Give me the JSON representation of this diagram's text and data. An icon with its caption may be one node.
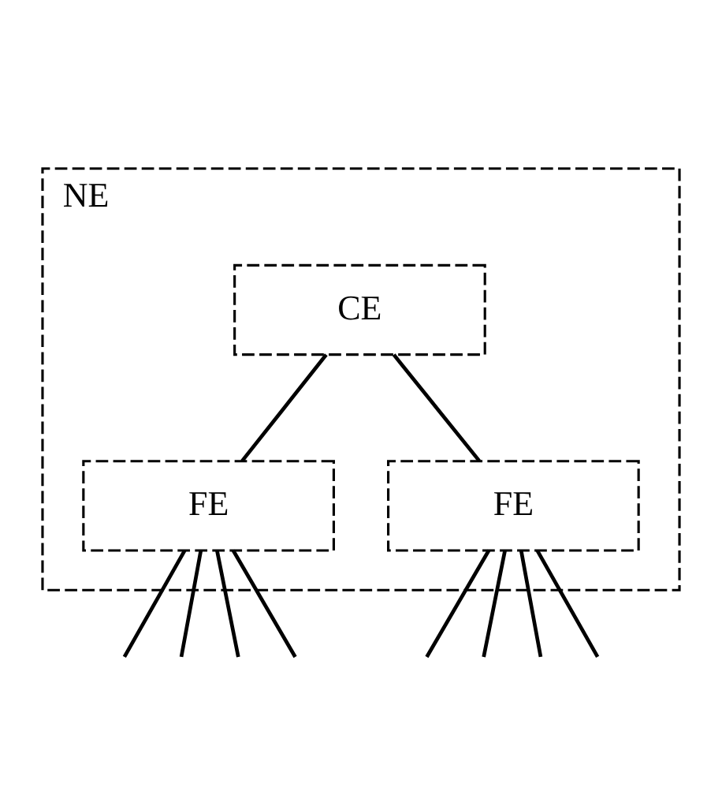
{
  "diagram": {
    "nodes": [
      {
        "text": [
          "NE"
        ]
      },
      {
        "text": [
          "CE"
        ],
        "in": 0
      },
      {
        "text": [
          "FE"
        ],
        "in": 0
      },
      {
        "text": [
          "FE"
        ],
        "in": 0
      }
    ],
    "edges": [
      {
        "from": 1,
        "to": 2,
        "arrow": "none"
      },
      {
        "from": 1,
        "to": 3,
        "arrow": "none"
      },
      {
        "from": 2,
        "to": null,
        "arrow": "none"
      },
      {
        "from": 2,
        "to": null,
        "arrow": "none"
      },
      {
        "from": 2,
        "to": null,
        "arrow": "none"
      },
      {
        "from": 2,
        "to": null,
        "arrow": "none"
      },
      {
        "from": 3,
        "to": null,
        "arrow": "none"
      },
      {
        "from": 3,
        "to": null,
        "arrow": "none"
      },
      {
        "from": 3,
        "to": null,
        "arrow": "none"
      },
      {
        "from": 3,
        "to": null,
        "arrow": "none"
      }
    ]
  }
}
